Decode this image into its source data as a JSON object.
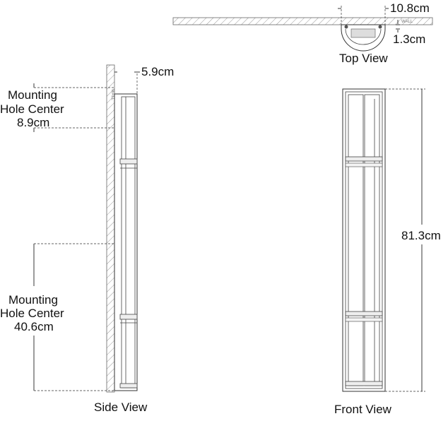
{
  "top_view": {
    "caption": "Top View",
    "width_dim": "10.8cm",
    "depth_dim": "1.3cm",
    "wall_label": "WALL"
  },
  "side_view": {
    "caption": "Side View",
    "wall_label": "WALL",
    "depth_dim": "5.9cm",
    "upper_hole": {
      "line1": "Mounting",
      "line2": "Hole Center",
      "value": "8.9cm"
    },
    "lower_hole": {
      "line1": "Mounting",
      "line2": "Hole Center",
      "value": "40.6cm"
    }
  },
  "front_view": {
    "caption": "Front View",
    "height_dim": "81.3cm"
  }
}
